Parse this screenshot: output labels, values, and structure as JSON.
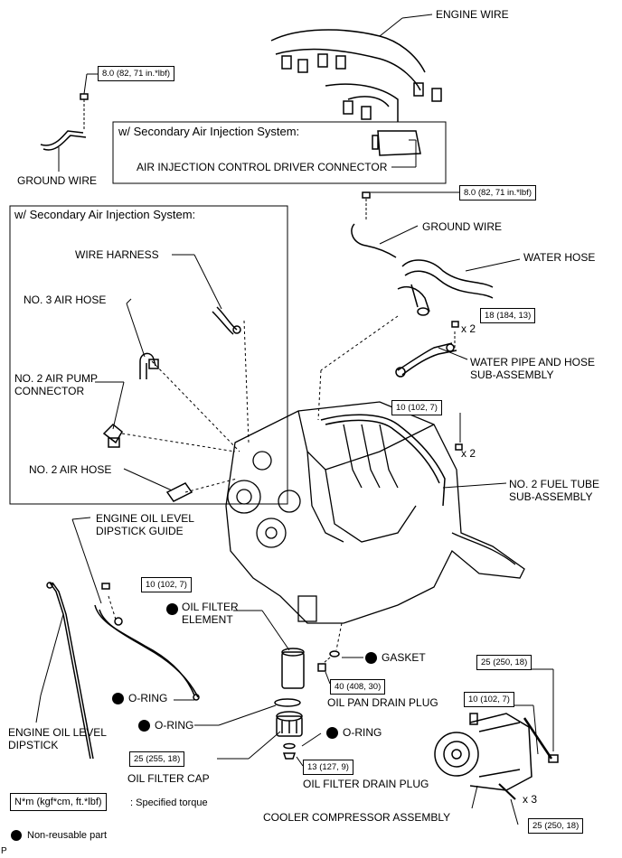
{
  "labels": {
    "engine_wire": "ENGINE WIRE",
    "ground_wire_left": "GROUND WIRE",
    "secondary_air_top": "w/ Secondary Air Injection System:",
    "air_injection_connector": "AIR INJECTION CONTROL DRIVER CONNECTOR",
    "ground_wire_right": "GROUND WIRE",
    "secondary_air_left": "w/ Secondary Air Injection System:",
    "wire_harness": "WIRE HARNESS",
    "no3_air_hose": "NO. 3 AIR HOSE",
    "no2_air_pump_connector": "NO. 2 AIR PUMP\nCONNECTOR",
    "no2_air_hose": "NO. 2 AIR HOSE",
    "water_hose": "WATER HOSE",
    "water_pipe_hose": "WATER PIPE AND HOSE\nSUB-ASSEMBLY",
    "no2_fuel_tube": "NO. 2 FUEL TUBE\nSUB-ASSEMBLY",
    "dipstick_guide": "ENGINE OIL LEVEL\nDIPSTICK GUIDE",
    "oil_filter_element": "OIL FILTER\nELEMENT",
    "gasket": "GASKET",
    "oil_pan_drain_plug": "OIL PAN DRAIN PLUG",
    "o_ring_1": "O-RING",
    "o_ring_2": "O-RING",
    "o_ring_3": "O-RING",
    "dipstick": "ENGINE OIL LEVEL\nDIPSTICK",
    "oil_filter_cap": "OIL FILTER CAP",
    "oil_filter_drain_plug": "OIL FILTER DRAIN PLUG",
    "cooler_compressor": "COOLER COMPRESSOR ASSEMBLY"
  },
  "torques": {
    "ground_left": "8.0 (82, 71 in.*lbf)",
    "ground_right": "8.0 (82, 71 in.*lbf)",
    "water_pipe": "18 (184, 13)",
    "fuel_tube": "10 (102, 7)",
    "dipstick_guide": "10 (102, 7)",
    "oil_pan_drain": "40 (408, 30)",
    "oil_filter_cap": "25 (255, 18)",
    "oil_filter_drain": "13 (127, 9)",
    "compressor_top": "25 (250, 18)",
    "compressor_mid": "10 (102, 7)",
    "compressor_bottom": "25 (250, 18)"
  },
  "quantities": {
    "water_pipe": "x 2",
    "fuel_tube": "x 2",
    "compressor": "x 3"
  },
  "legend": {
    "torque_units": "N*m (kgf*cm, ft.*lbf)",
    "torque_desc": ": Specified torque",
    "non_reusable": "Non-reusable part"
  },
  "corner_mark": "P"
}
